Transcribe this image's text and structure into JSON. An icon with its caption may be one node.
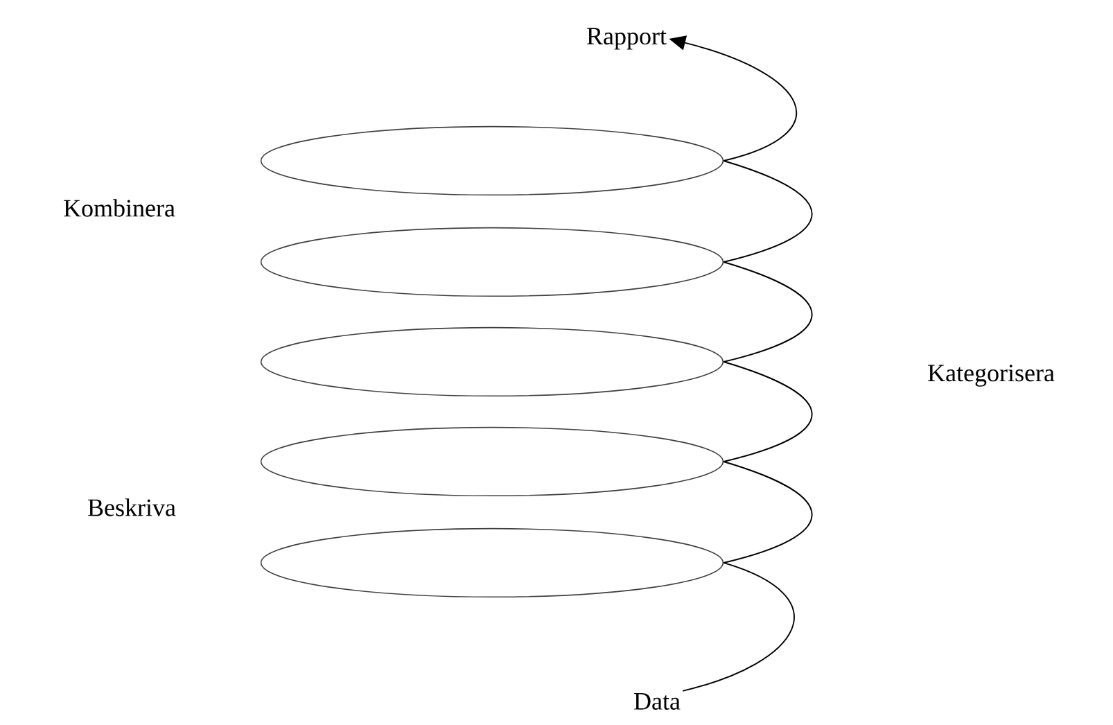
{
  "diagram": {
    "nodes": [
      {
        "text": [
          "Rapport"
        ]
      },
      {
        "text": [],
        "shape": "ellipse"
      },
      {
        "text": [],
        "shape": "ellipse"
      },
      {
        "text": [],
        "shape": "ellipse"
      },
      {
        "text": [],
        "shape": "ellipse"
      },
      {
        "text": [],
        "shape": "ellipse"
      },
      {
        "text": [
          "Data"
        ]
      }
    ],
    "edges": [
      {
        "from": 6,
        "to": 5,
        "arrow": "none"
      },
      {
        "from": 5,
        "to": 4,
        "arrow": "none"
      },
      {
        "from": 4,
        "to": 3,
        "arrow": "none"
      },
      {
        "from": 3,
        "to": 2,
        "arrow": "none"
      },
      {
        "from": 2,
        "to": 1,
        "arrow": "none"
      },
      {
        "from": 1,
        "to": 0,
        "arrow": "to"
      }
    ],
    "labels": [
      "Kombinera",
      "Kategorisera",
      "Beskriva"
    ]
  }
}
